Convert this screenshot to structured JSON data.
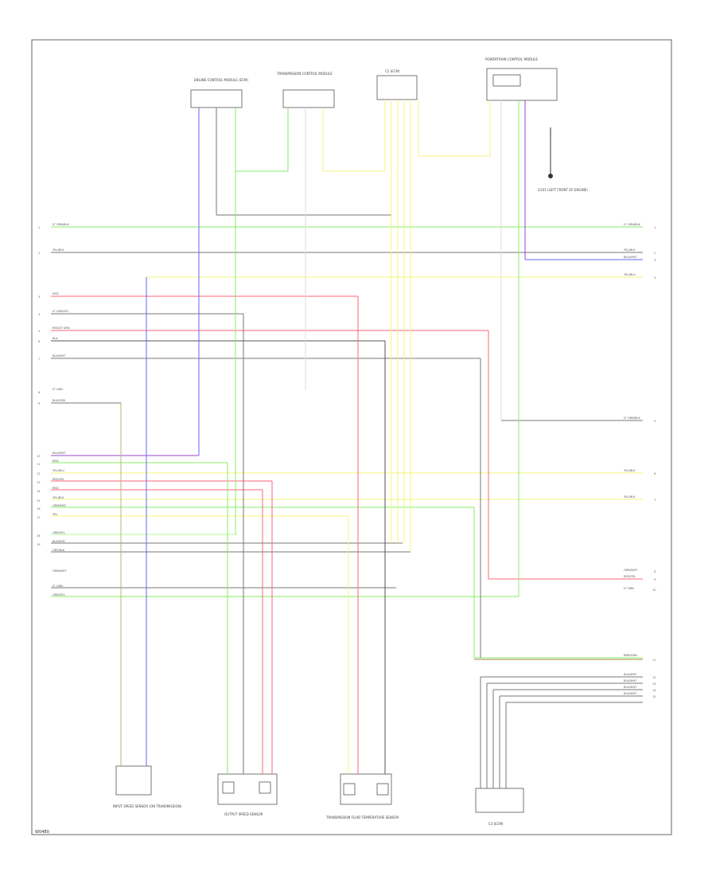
{
  "diagram_id": "W04B0",
  "components": {
    "top1": {
      "label": "ENGINE CONTROL MODULE (ECM)"
    },
    "top2": {
      "label": "TRANSMISSION CONTROL MODULE"
    },
    "top3": {
      "label": "C2 (ECM)"
    },
    "top4": {
      "label": "POWERTRAIN CONTROL MODULE"
    },
    "ground": {
      "label": "G101 (LEFT FRONT OF ENGINE)"
    },
    "bottom1": {
      "label": "INPUT SPEED SENSOR (ON TRANSMISSION)"
    },
    "bottom2": {
      "label": "OUTPUT SPEED SENSOR"
    },
    "bottom3": {
      "label": "TRANSMISSION FLUID TEMPERATURE SENSOR"
    },
    "bottom4": {
      "label": "C3 (ECM)"
    }
  },
  "wire_labels": {
    "l1": "LT GRN/BLK",
    "l2": "YEL/BLK",
    "l3": "RED",
    "l4": "LT GRN/YEL",
    "l5": "RED/LT GRN",
    "l6": "BLK",
    "l7": "BLK/WHT",
    "l8": "LT GRN",
    "l9": "BLK/GRN",
    "l10": "BLU/WHT",
    "l11": "RED",
    "l12": "YEL/BLU",
    "l13": "RED/YEL",
    "l14": "RED",
    "l15": "YEL/BLK",
    "l16": "GRN/RED",
    "l17": "YEL",
    "l18": "GRN/YEL",
    "l19": "BLK/RED",
    "l20": "GRY/BLK",
    "l21": "GRN/WHT",
    "l22": "LT GRN",
    "l23": "GRN/YEL",
    "r1": "LT GRN/BLK",
    "r2": "YEL/BLK",
    "r3": "BLU/WHT",
    "r4": "YEL/BLU",
    "r5": "LT GRN/BLK",
    "r6": "YEL/BLK",
    "r7": "YEL/BLK",
    "r8": "GRN/WHT",
    "r9": "RED/YEL",
    "r10": "LT GRN",
    "r11": "BRN/GRN",
    "r12": "BLK/WHT",
    "r13": "BLK/WHT",
    "r14": "BLK/WHT",
    "r15": "BLK/WHT"
  },
  "pins": {
    "p1": "1",
    "p2": "2",
    "p3": "3",
    "p4": "4",
    "p5": "5",
    "p6": "6",
    "p7": "7",
    "p8": "8",
    "p9": "9",
    "p10": "10",
    "p11": "11",
    "p12": "12",
    "p13": "13",
    "p14": "14",
    "p15": "15",
    "p16": "16",
    "p17": "17",
    "p18": "18",
    "p19": "19"
  },
  "colors": {
    "green": "#88ee66",
    "lt_green": "#aaff88",
    "gray": "#777777",
    "yellow": "#f5f57a",
    "red": "#ff6677",
    "blue": "#6666ff",
    "purple": "#9944cc",
    "olive": "#b8b860",
    "brown": "#a08840",
    "black": "#333333"
  }
}
